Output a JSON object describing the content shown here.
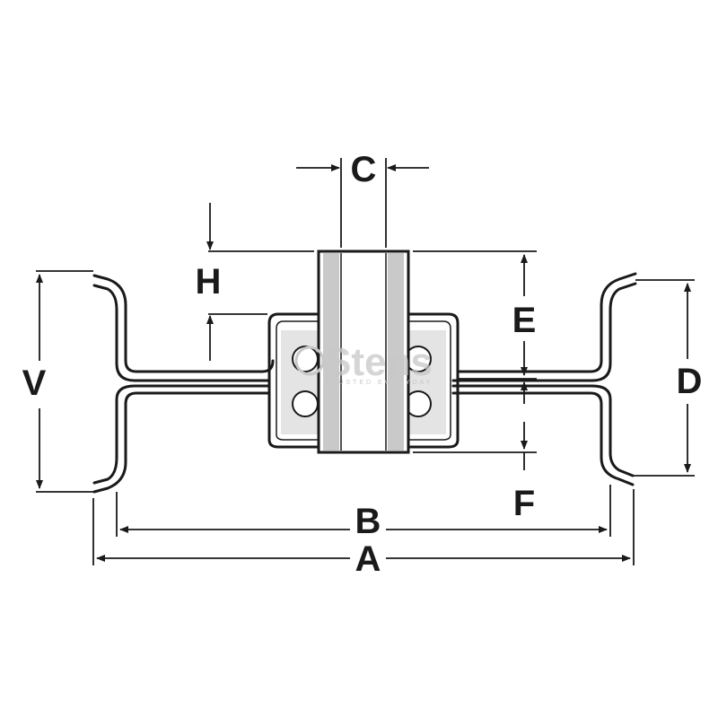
{
  "diagram": {
    "watermark": {
      "brand": "Stens",
      "tagline": "TRUSTED EVERYDAY"
    },
    "labels": {
      "a": "A",
      "b": "B",
      "c": "C",
      "d": "D",
      "e": "E",
      "f": "F",
      "h": "H",
      "v": "V"
    },
    "colors": {
      "line": "#1a1a1a",
      "shade": "#c9c9c9",
      "watermark": "#c8c8c8"
    }
  }
}
